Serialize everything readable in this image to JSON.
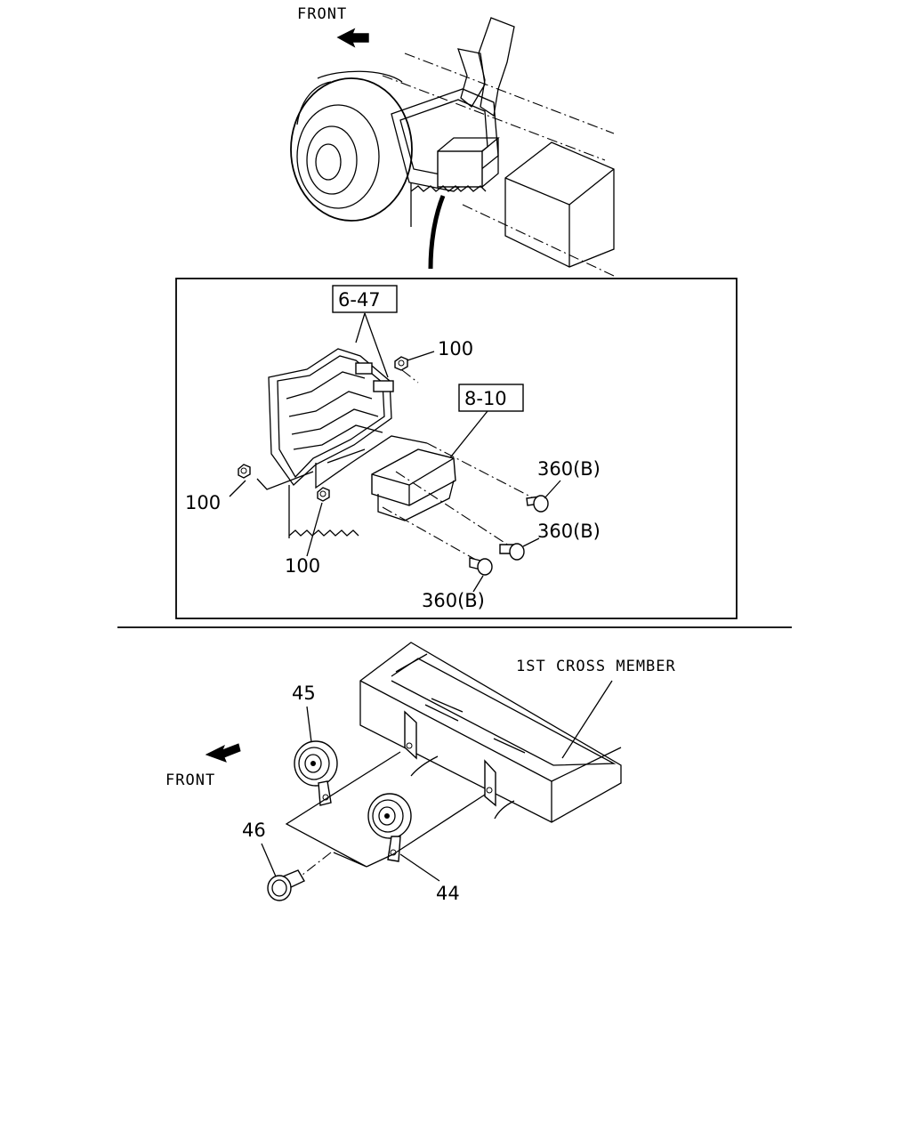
{
  "top_view": {
    "front_label": "FRONT"
  },
  "detail_box": {
    "ref_6_47": "6-47",
    "ref_8_10": "8-10",
    "nut_label_upper": "100",
    "nut_label_left": "100",
    "nut_label_lower": "100",
    "bolt_label_upper": "360(B)",
    "bolt_label_middle": "360(B)",
    "bolt_label_lower": "360(B)"
  },
  "horn_view": {
    "front_label": "FRONT",
    "cross_member_label": "1ST CROSS MEMBER",
    "part_45": "45",
    "part_46": "46",
    "part_44": "44"
  }
}
